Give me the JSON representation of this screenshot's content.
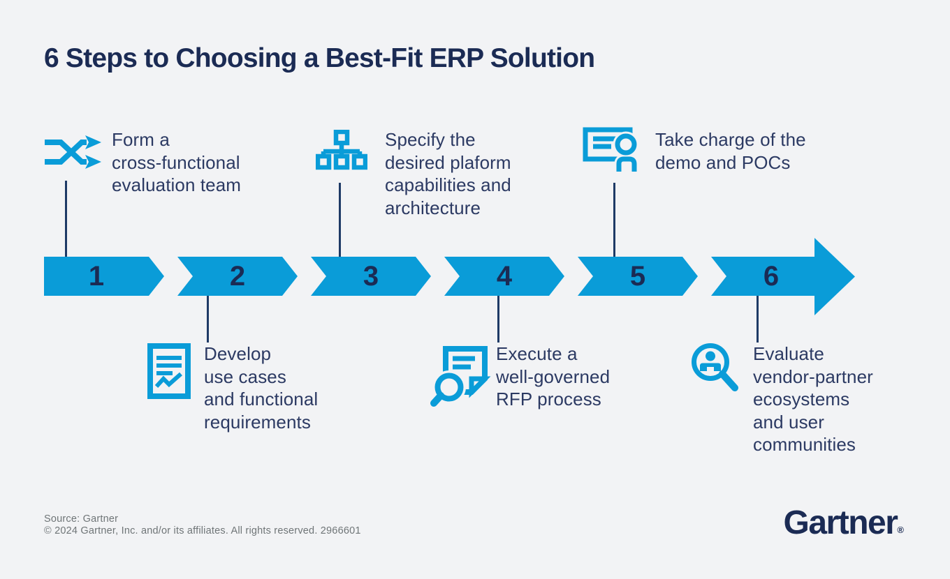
{
  "title": "6 Steps to Choosing a Best-Fit ERP Solution",
  "colors": {
    "background": "#f2f3f5",
    "accent_blue": "#0a9cd8",
    "navy": "#1b2b54",
    "text_navy": "#2c3a63",
    "line_navy": "#1e3a66",
    "footer_gray": "#6f7577"
  },
  "steps": [
    {
      "number": "1",
      "position": "above",
      "icon": "shuffle-icon",
      "text": "Form a\ncross-functional\nevaluation team"
    },
    {
      "number": "2",
      "position": "below",
      "icon": "document-report-icon",
      "text": "Develop\nuse cases\nand functional\nrequirements"
    },
    {
      "number": "3",
      "position": "above",
      "icon": "hierarchy-icon",
      "text": "Specify the\ndesired plaform\ncapabilities and\narchitecture"
    },
    {
      "number": "4",
      "position": "below",
      "icon": "document-search-icon",
      "text": "Execute a\nwell-governed\nRFP process"
    },
    {
      "number": "5",
      "position": "above",
      "icon": "demo-presentation-icon",
      "text": "Take charge of the\ndemo and POCs"
    },
    {
      "number": "6",
      "position": "below",
      "icon": "person-search-icon",
      "text": "Evaluate\nvendor-partner\necosystems\nand user\ncommunities"
    }
  ],
  "footer": {
    "source": "Source: Gartner",
    "copyright": "© 2024 Gartner, Inc. and/or its affiliates. All rights reserved. 2966601",
    "logo": "Gartner",
    "logo_registered": "®"
  }
}
